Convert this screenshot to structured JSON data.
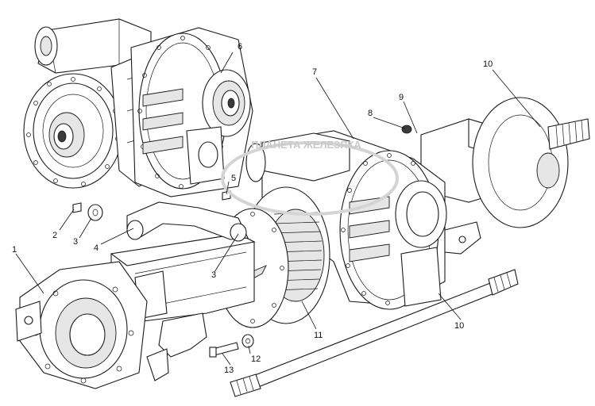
{
  "diagram": {
    "callouts": [
      {
        "id": "c6",
        "text": "6"
      },
      {
        "id": "c10a",
        "text": "10"
      },
      {
        "id": "c7",
        "text": "7"
      },
      {
        "id": "c8",
        "text": "8"
      },
      {
        "id": "c9",
        "text": "9"
      },
      {
        "id": "c5",
        "text": "5"
      },
      {
        "id": "c2",
        "text": "2"
      },
      {
        "id": "c3a",
        "text": "3"
      },
      {
        "id": "c4",
        "text": "4"
      },
      {
        "id": "c1",
        "text": "1"
      },
      {
        "id": "c3b",
        "text": "3"
      },
      {
        "id": "c11",
        "text": "11"
      },
      {
        "id": "c10b",
        "text": "10"
      },
      {
        "id": "c12",
        "text": "12"
      },
      {
        "id": "c13",
        "text": "13"
      }
    ],
    "watermark": "ПЛАНЕТА ЖЕЛЕЗЯКА"
  },
  "colors": {
    "line": "#1a1a1a",
    "background": "#ffffff",
    "watermark": "#c9c9c9"
  }
}
